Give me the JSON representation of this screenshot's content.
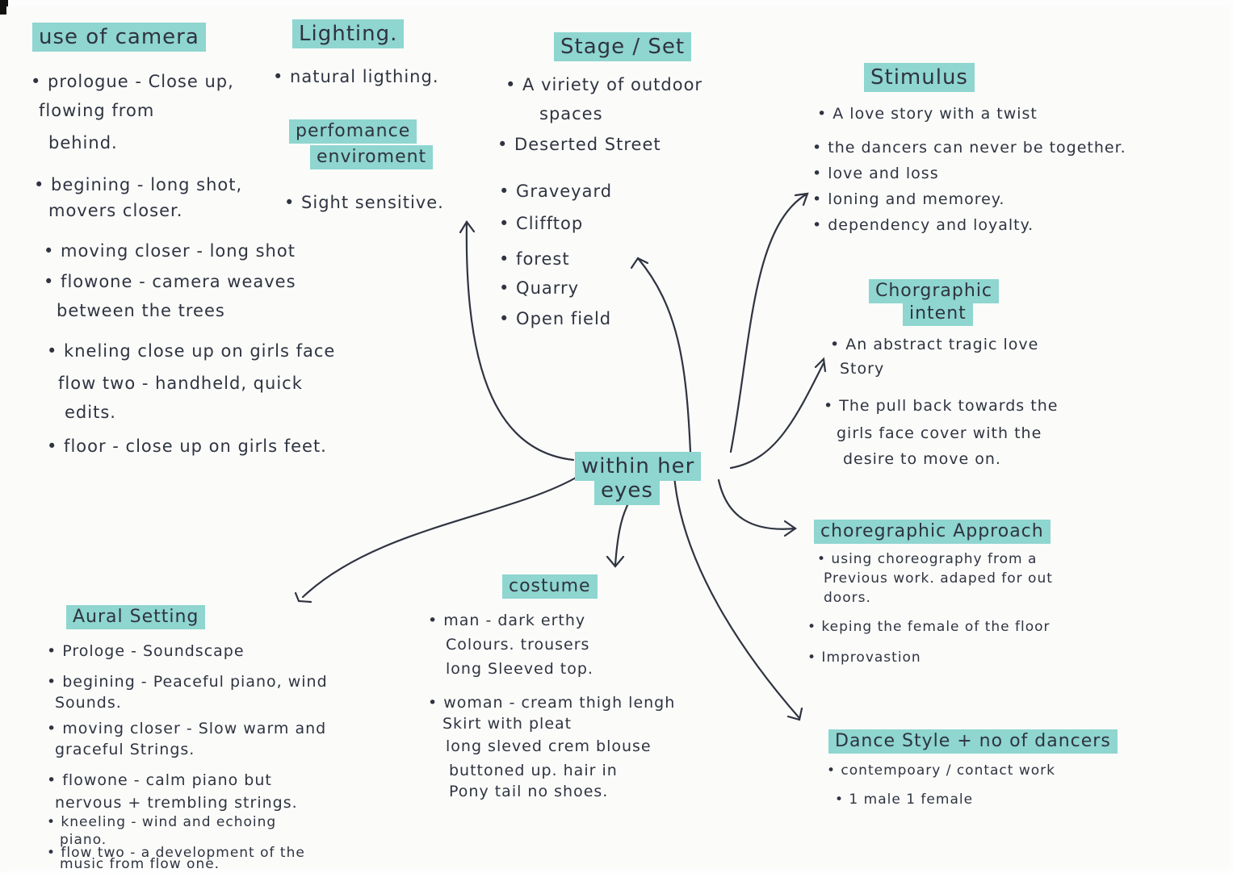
{
  "center": {
    "line1": "within her",
    "line2": "eyes"
  },
  "use_of_camera": {
    "heading": "use of camera",
    "items": [
      "• prologue - Close up,",
      "flowing from",
      "behind.",
      "• begining - long shot,",
      "movers closer.",
      "• moving closer - long shot",
      "• flowone - camera weaves",
      "between the trees",
      "• kneling close up on girls face",
      "flow two - handheld, quick",
      "edits.",
      "• floor - close up on girls feet."
    ]
  },
  "lighting": {
    "heading": "Lighting.",
    "items": [
      "• natural ligthing."
    ]
  },
  "performance_environment": {
    "heading_line1": "perfomance",
    "heading_line2": "enviroment",
    "items": [
      "• Sight sensitive."
    ]
  },
  "stage_set": {
    "heading": "Stage / Set",
    "items": [
      "• A viriety of outdoor",
      "spaces",
      "• Deserted Street",
      "• Graveyard",
      "• Clifftop",
      "• forest",
      "• Quarry",
      "• Open field"
    ]
  },
  "stimulus": {
    "heading": "Stimulus",
    "items": [
      "• A love story with a twist",
      "• the dancers can never be together.",
      "• love and loss",
      "• loning and memorey.",
      "• dependency and loyalty."
    ]
  },
  "choreographic_intent": {
    "heading_line1": "Chorgraphic",
    "heading_line2": "intent",
    "items": [
      "• An abstract tragic love",
      "Story",
      "• The pull back towards the",
      "girls face cover with the",
      "desire to move on."
    ]
  },
  "choreographic_approach": {
    "heading": "choregraphic Approach",
    "items": [
      "• using choreography from a",
      "Previous work. adaped for out",
      "doors.",
      "• keping the female of the floor",
      "• Improvastion"
    ]
  },
  "dance_style": {
    "heading": "Dance Style + no of dancers",
    "items": [
      "• contempoary / contact work",
      "• 1 male   1 female"
    ]
  },
  "costume": {
    "heading": "costume",
    "items": [
      "• man - dark erthy",
      "Colours. trousers",
      "long Sleeved top.",
      "• woman - cream thigh lengh",
      "Skirt with pleat",
      "long sleved crem blouse",
      "buttoned up. hair in",
      "Pony tail  no shoes."
    ]
  },
  "aural_setting": {
    "heading": "Aural Setting",
    "items": [
      "• Prologe - Soundscape",
      "• begining - Peaceful piano, wind",
      "Sounds.",
      "• moving closer - Slow warm and",
      "graceful Strings.",
      "• flowone - calm piano but",
      "nervous + trembling strings.",
      "• kneeling - wind and echoing",
      "piano.",
      "• flow two - a development of the",
      "music from flow one."
    ]
  },
  "colors": {
    "highlight": "#8ed6cf",
    "ink": "#2f3440"
  }
}
